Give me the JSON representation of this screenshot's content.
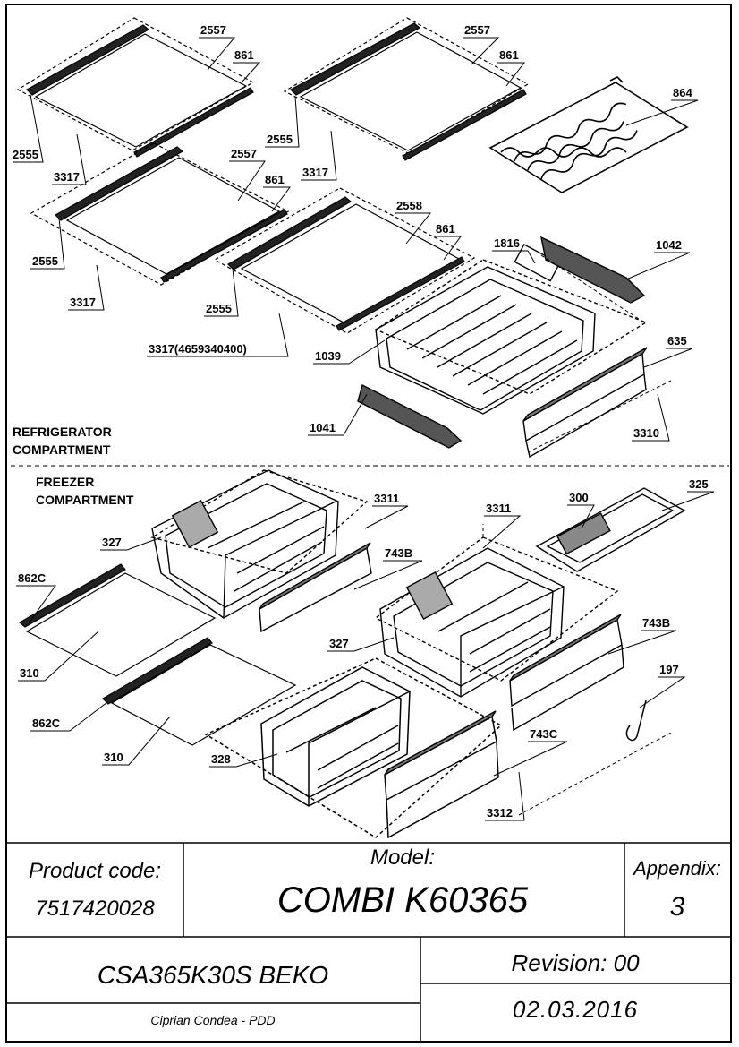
{
  "sections": {
    "refrigerator_line1": "REFRIGERATOR",
    "refrigerator_line2": "COMPARTMENT",
    "freezer_line1": "FREEZER",
    "freezer_line2": "COMPARTMENT"
  },
  "labels": {
    "l2557a": "2557",
    "l861a": "861",
    "l2555a": "2555",
    "l3317a": "3317",
    "l2557b": "2557",
    "l861b": "861",
    "l2555b": "2555",
    "l3317b": "3317",
    "l2557c": "2557",
    "l861c": "861",
    "l2555c": "2555",
    "l3317c": "3317",
    "l2558": "2558",
    "l861d": "861",
    "l2555d": "2555",
    "l3317d": "3317(4659340400)",
    "l864": "864",
    "l1816": "1816",
    "l1042": "1042",
    "l1039": "1039",
    "l635": "635",
    "l1041": "1041",
    "l3310": "3310",
    "l3311a": "3311",
    "l327a": "327",
    "l743Ba": "743B",
    "l3311b": "3311",
    "l300": "300",
    "l325": "325",
    "l862Ca": "862C",
    "l310a": "310",
    "l327b": "327",
    "l743Bb": "743B",
    "l197": "197",
    "l862Cb": "862C",
    "l310b": "310",
    "l328": "328",
    "l743C": "743C",
    "l3312": "3312"
  },
  "title_block": {
    "product_code_label": "Product code:",
    "product_code": "7517420028",
    "model_label": "Model:",
    "model": "COMBI K60365",
    "appendix_label": "Appendix:",
    "appendix": "3",
    "product_name": "CSA365K30S BEKO",
    "author": "Ciprian Condea - PDD",
    "revision": "Revision: 00",
    "date": "02.03.2016"
  }
}
